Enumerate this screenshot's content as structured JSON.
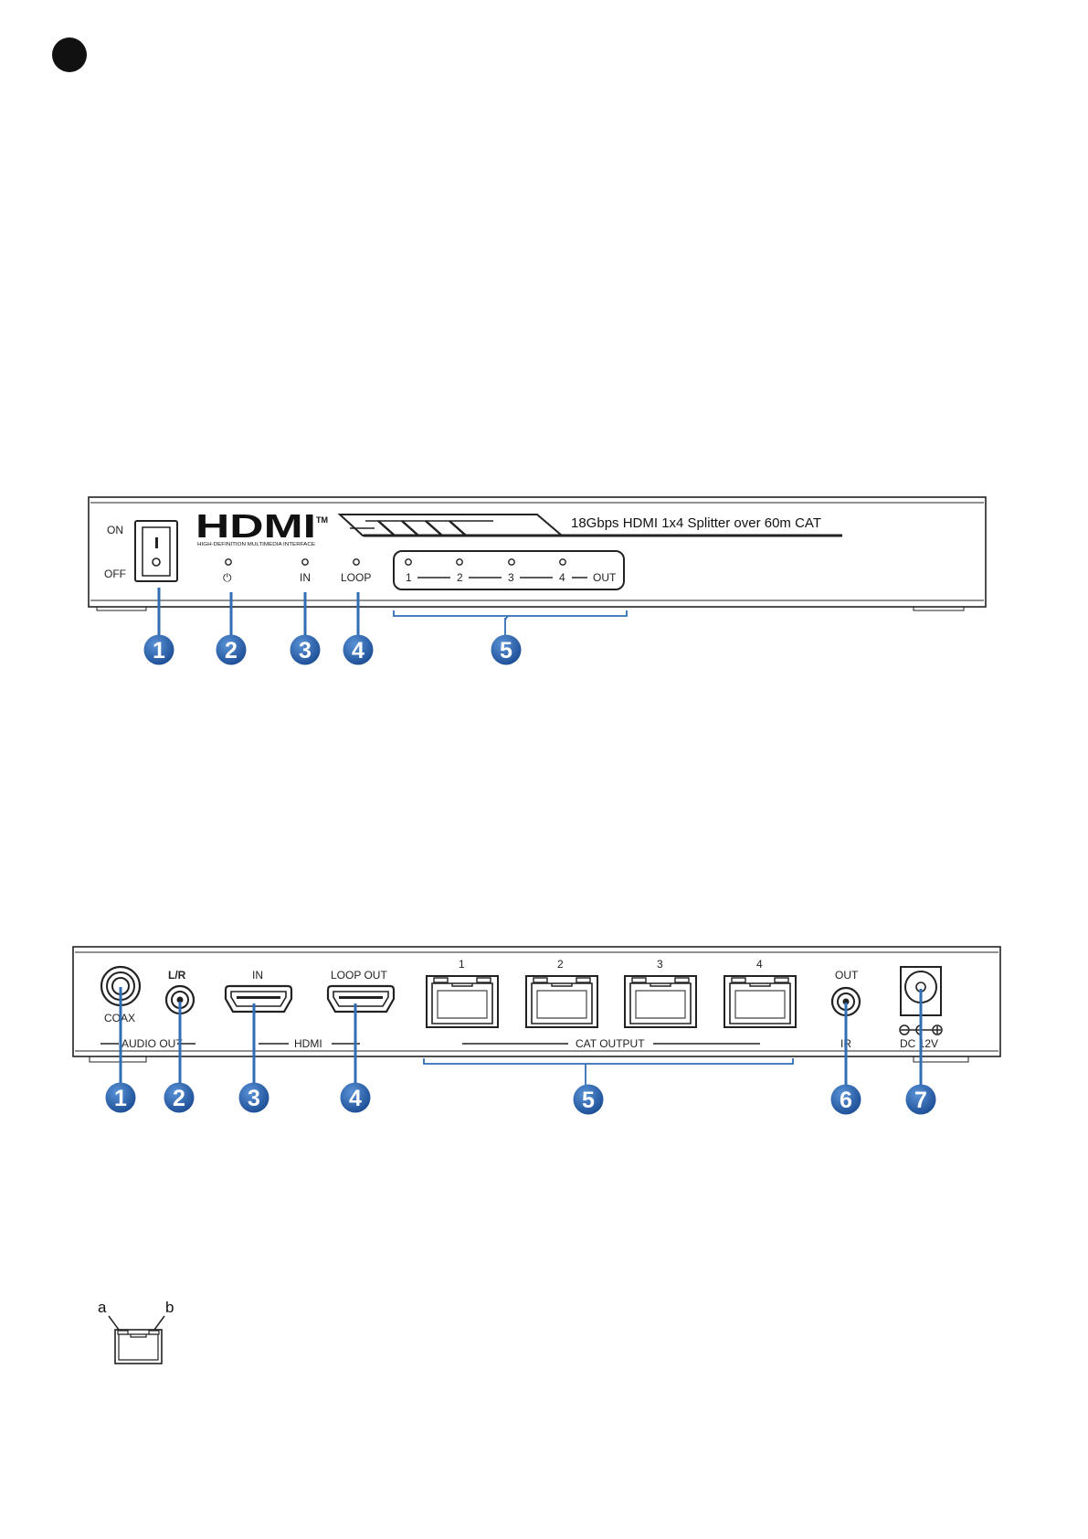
{
  "front_panel": {
    "switch_on": "ON",
    "switch_off": "OFF",
    "logo_text": "HDMI",
    "logo_tm": "TM",
    "logo_subtitle": "HIGH-DEFINITION MULTIMEDIA INTERFACE",
    "product_title": "18Gbps HDMI 1x4 Splitter over 60m CAT",
    "power_symbol": "⏻",
    "led_in": "IN",
    "led_loop": "LOOP",
    "out_group": {
      "nums": [
        "1",
        "2",
        "3",
        "4"
      ],
      "label": "OUT"
    },
    "callouts": [
      "1",
      "2",
      "3",
      "4",
      "5"
    ]
  },
  "rear_panel": {
    "coax": "COAX",
    "lr_top": "L/R",
    "audio_out": "AUDIO OUT",
    "in": "IN",
    "loop_out": "LOOP OUT",
    "hdmi": "HDMI",
    "cat_nums": [
      "1",
      "2",
      "3",
      "4"
    ],
    "cat_output": "CAT OUTPUT",
    "ir_out": "OUT",
    "ir": "IR",
    "dc": "DC 12V",
    "callouts": [
      "1",
      "2",
      "3",
      "4",
      "5",
      "6",
      "7"
    ]
  },
  "rj45_legend": {
    "a": "a",
    "b": "b"
  },
  "colors": {
    "callout_blue": "#2f6db5",
    "line": "#222222"
  }
}
